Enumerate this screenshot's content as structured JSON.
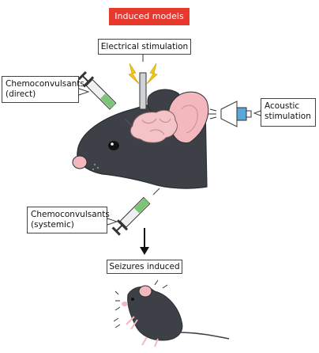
{
  "header": {
    "title": "Induced models"
  },
  "callouts": {
    "electrical": "Electrical stimulation",
    "chemo_direct": [
      "Chemoconvulsants",
      "(direct)"
    ],
    "acoustic": [
      "Acoustic",
      "stimulation"
    ],
    "chemo_systemic": [
      "Chemoconvulsants",
      "(systemic)"
    ],
    "outcome": "Seizures induced"
  },
  "colors": {
    "title_bg": "#e8392f",
    "mouse_body": "#3d4147",
    "ear_pink": "#f2b8be",
    "brain": "#f3c3c7",
    "syringe_liquid": "#7cc576",
    "lightning": "#f5c518",
    "speaker_blue": "#5aa7d9"
  },
  "icons": [
    "mouse-head-illustration",
    "syringe-icon",
    "electrode-icon",
    "lightning-icon",
    "speaker-icon",
    "down-arrow-icon",
    "seizing-mouse-illustration"
  ]
}
